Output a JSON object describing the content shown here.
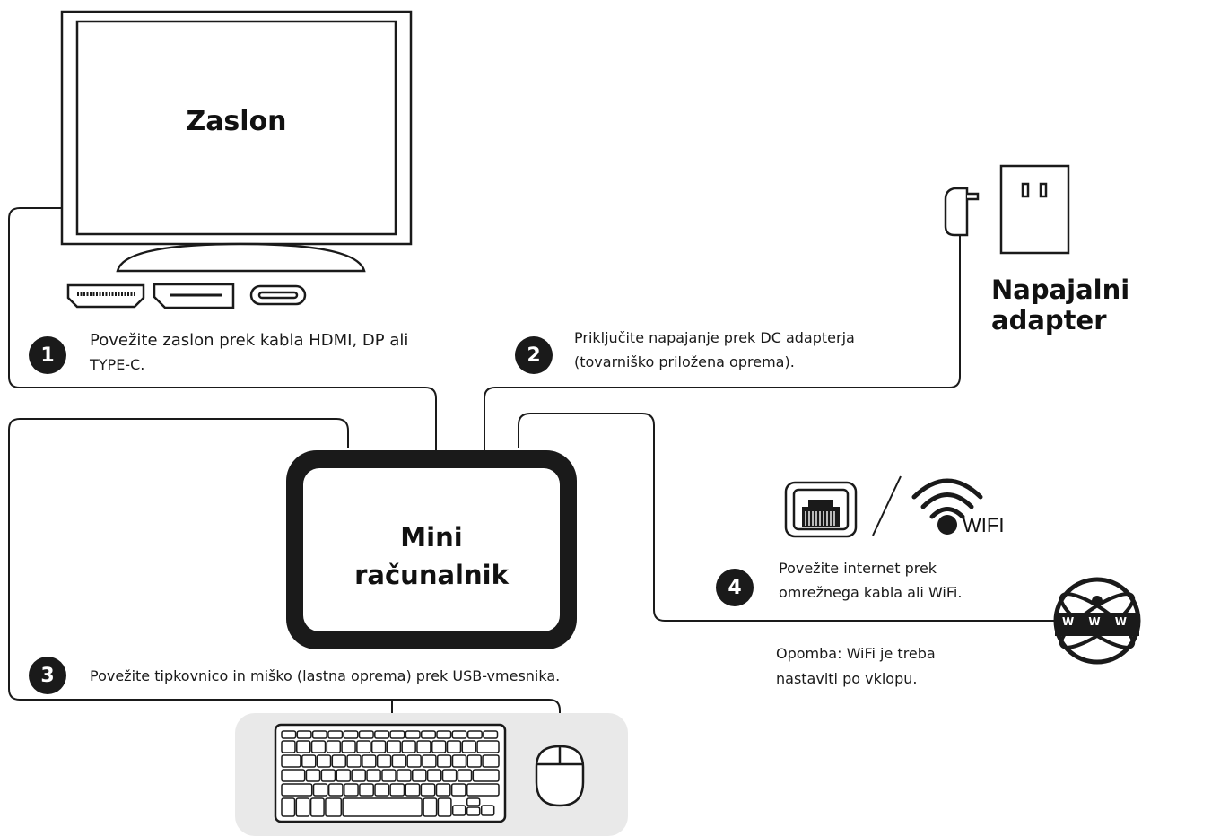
{
  "monitor": {
    "title": "Zaslon"
  },
  "power": {
    "title": "Napajalni adapter"
  },
  "computer": {
    "line1": "Mini",
    "line2": "računalnik"
  },
  "steps": [
    {
      "number": "1",
      "line1": "Povežite zaslon prek kabla HDMI, DP ali",
      "line2": "TYPE-C."
    },
    {
      "number": "2",
      "line1": "Priključite napajanje prek DC adapterja",
      "line2": "(tovarniško priložena oprema)."
    },
    {
      "number": "3",
      "line1": "Povežite tipkovnico in miško (lastna oprema) prek USB-vmesnika."
    },
    {
      "number": "4",
      "line1": "Povežite internet prek",
      "line2": "omrežnega kabla ali WiFi."
    }
  ],
  "wifi": {
    "label": "WIFI"
  },
  "note": {
    "line1": "Opomba: WiFi je treba",
    "line2": "nastaviti po vklopu."
  },
  "globe": {
    "letters": "W W W"
  },
  "colors": {
    "ink": "#1a1a1a",
    "panel": "#e9e9e9",
    "background": "#ffffff"
  }
}
